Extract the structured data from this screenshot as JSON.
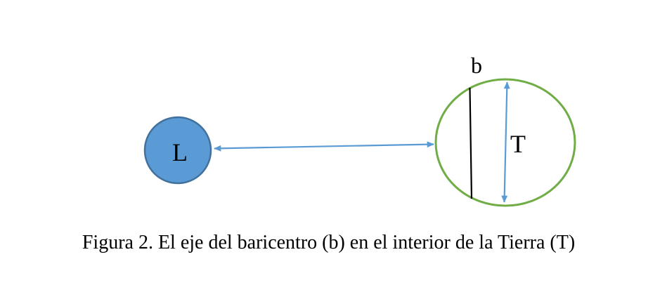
{
  "figure": {
    "caption": "Figura 2. El eje del baricentro (b) en el interior de la Tierra (T)",
    "labels": {
      "moon": "L",
      "earth": "T",
      "barycenter_axis": "b"
    },
    "colors": {
      "moon_fill": "#5B9BD5",
      "moon_stroke": "#41719C",
      "earth_stroke": "#70AD47",
      "arrow": "#5B9BD5",
      "axis_line": "#000000",
      "background": "#FFFFFF",
      "text": "#000000"
    }
  }
}
